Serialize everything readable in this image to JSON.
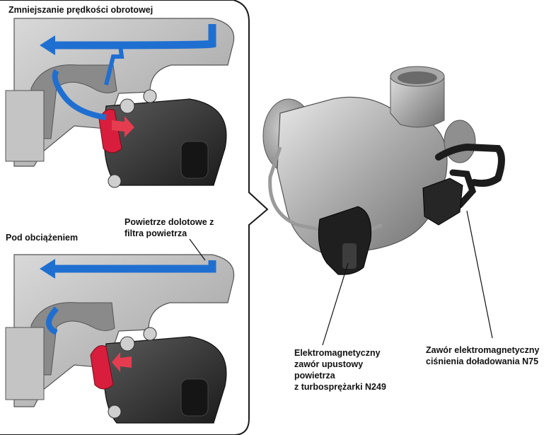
{
  "title_top": "Zmniejszanie prędkości obrotowej",
  "title_bottom": "Pod obciążeniem",
  "label_air_intake": {
    "line1": "Powietrze dolotowe z",
    "line2": "filtra powietrza"
  },
  "label_n249": {
    "line1": "Elektromagnetyczny",
    "line2": "zawór upustowy",
    "line3": "powietrza",
    "line4": "z turbosprężarki N249"
  },
  "label_n75": {
    "line1": "Zawór elektromagnetyczny",
    "line2": "ciśnienia doładowania N75"
  },
  "colors": {
    "air_flow": "#1f6fd1",
    "valve_highlight": "#d81e3c",
    "valve_arrow": "#e63c50",
    "housing": "#b3b3b3",
    "actuator": "#2e2e2e",
    "outline": "#222222"
  }
}
